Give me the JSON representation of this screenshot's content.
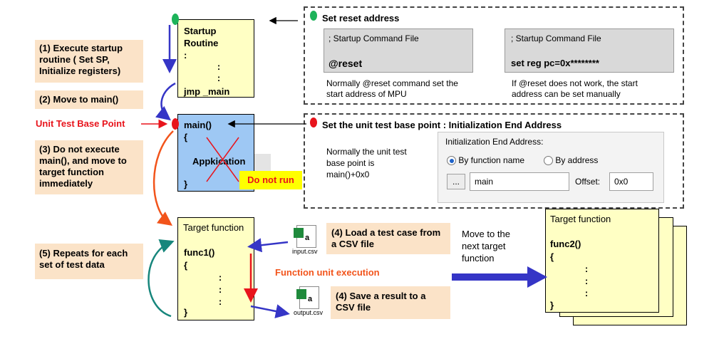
{
  "left_steps": {
    "step1": "(1) Execute startup routine ( Set SP, Initialize  registers)",
    "step2": "(2) Move to main()",
    "base_point": "Unit  Test Base Point",
    "step3": "(3) Do not execute main(), and move to target function immediately",
    "step5": "(5) Repeats for each  set of test data"
  },
  "startup_box": {
    "line1": "Startup",
    "line2": "Routine",
    "line3": ":",
    "dot": ":",
    "jmp": "jmp _main"
  },
  "main_box": {
    "title": "main()",
    "open_brace": "{",
    "app": "Appkication",
    "close_brace": "}",
    "do_not_run": "Do not run"
  },
  "target_box": {
    "title": "Target function",
    "func": "func1()",
    "open_brace": "{",
    "dot": ":",
    "close_brace": "}"
  },
  "reset_panel": {
    "title": "Set reset address",
    "left_header": "; Startup Command  File",
    "left_cmd": "@reset",
    "left_note": "Normally  @reset command  set the start address of MPU",
    "right_header": "; Startup Command  File",
    "right_cmd": "set reg pc=0x********",
    "right_note": "If @reset does not work, the start address can be set manually"
  },
  "base_panel": {
    "title": "Set the unit test base point : Initialization  End Address",
    "note": "Normally  the unit test base point is main()+0x0",
    "group_title": "Initialization End Address:",
    "radio1": "By function name",
    "radio2": "By address",
    "browse": "...",
    "func_value": "main",
    "offset_label": "Offset:",
    "offset_value": "0x0"
  },
  "csv": {
    "load_text": "(4) Load a test case from a CSV file",
    "input_file": "input.csv",
    "exec_label": "Function unit execution",
    "save_text": "(4) Save a result to a CSV file",
    "output_file": "output.csv",
    "icon_letter": "a"
  },
  "next": {
    "text": "Move to the next target function",
    "title": "Target function",
    "func": "func2()",
    "open_brace": "{",
    "dot": ":",
    "close_brace": "}"
  },
  "colors": {
    "green": "#1db35a",
    "red": "#e8141c",
    "navy": "#3535c6",
    "orange": "#f2541b",
    "teal": "#17867c",
    "peach": "#fbe3c8",
    "yellow": "#ffffc4",
    "blue": "#9ec8f4"
  }
}
